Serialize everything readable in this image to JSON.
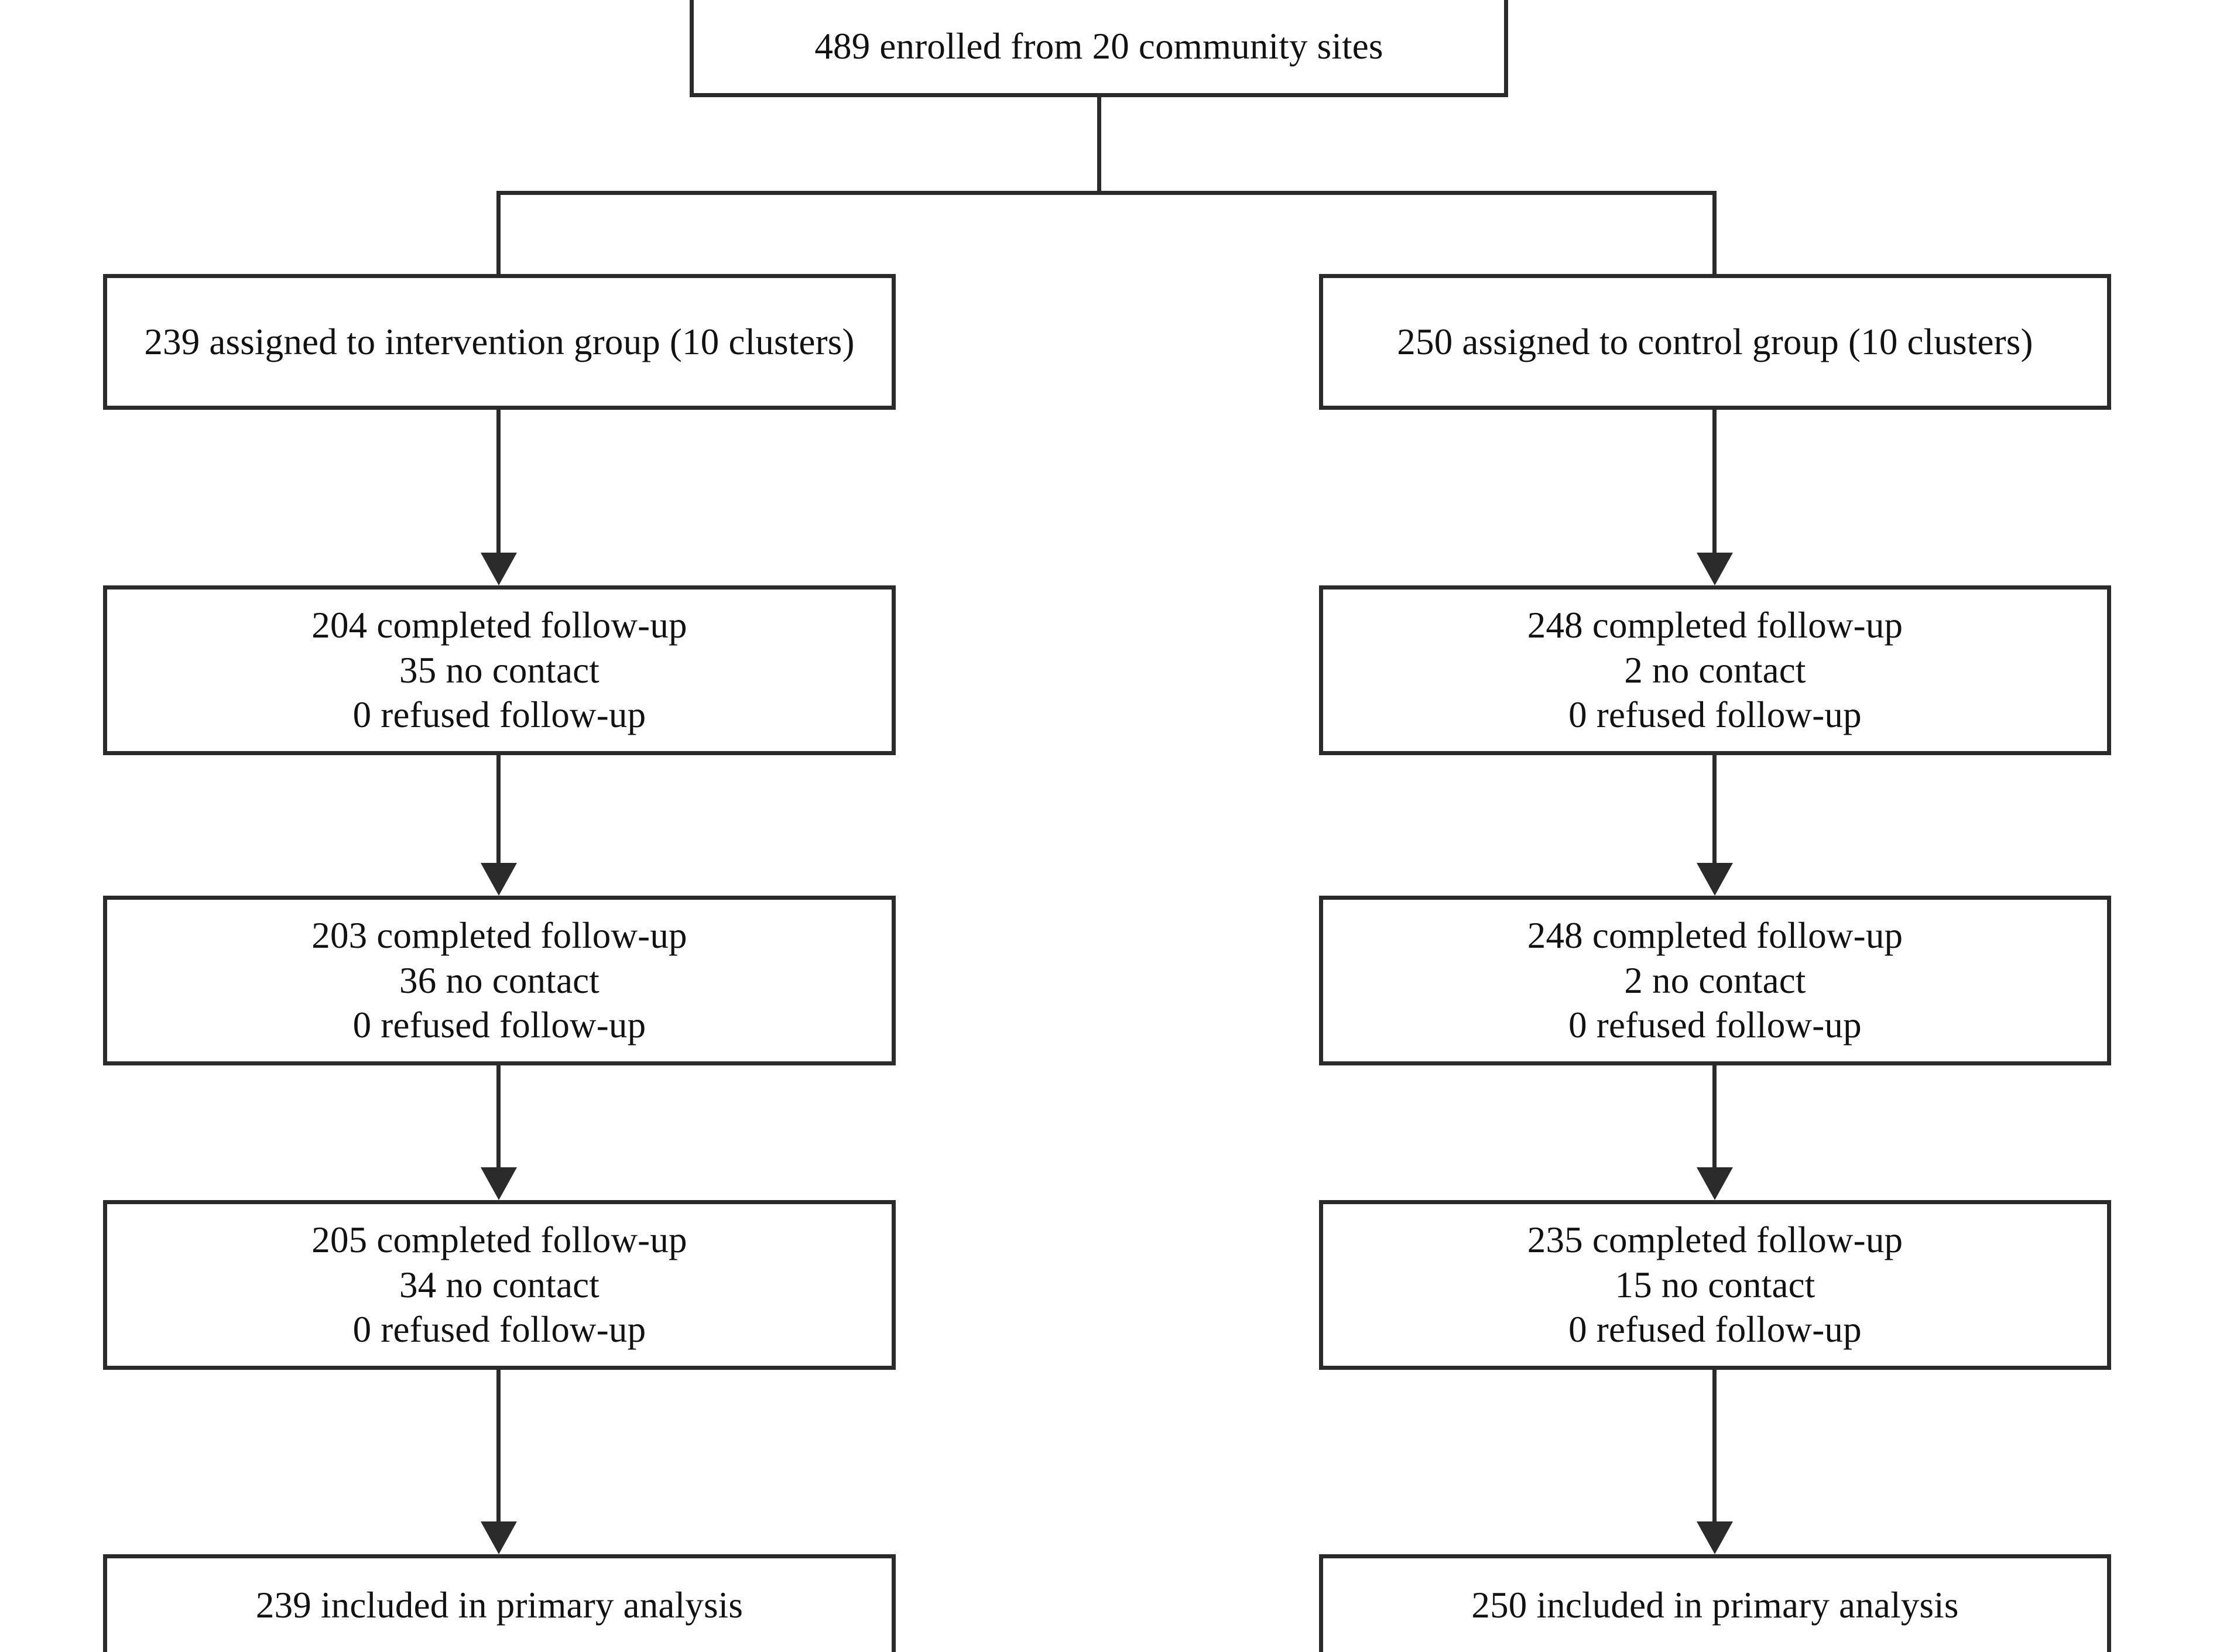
{
  "diagram": {
    "type": "consort-flow-diagram",
    "orientation": "top-down",
    "arm_count": 2,
    "colors": {
      "box_border": "#2b2b2b",
      "connector": "#2b2b2b",
      "text": "#121212",
      "background": "#ffffff"
    }
  },
  "enrollment": {
    "label": "489 enrolled from 20 community sites",
    "count": 489,
    "sites": 20
  },
  "arms": [
    {
      "id": "intervention",
      "allocation": {
        "label": "239 assigned to intervention group (10 clusters)",
        "count": 239,
        "clusters": 10
      },
      "followups": [
        {
          "lines": [
            "204 completed follow-up",
            "35 no contact",
            "0 refused follow-up"
          ],
          "completed": 204,
          "no_contact": 35,
          "refused": 0
        },
        {
          "lines": [
            "203 completed follow-up",
            "36 no contact",
            "0 refused follow-up"
          ],
          "completed": 203,
          "no_contact": 36,
          "refused": 0
        },
        {
          "lines": [
            "205 completed follow-up",
            "34 no contact",
            "0 refused follow-up"
          ],
          "completed": 205,
          "no_contact": 34,
          "refused": 0
        }
      ],
      "analysis": {
        "label": "239 included in primary analysis",
        "count": 239
      }
    },
    {
      "id": "control",
      "allocation": {
        "label": "250 assigned to control group (10 clusters)",
        "count": 250,
        "clusters": 10
      },
      "followups": [
        {
          "lines": [
            "248 completed follow-up",
            "2 no contact",
            "0 refused follow-up"
          ],
          "completed": 248,
          "no_contact": 2,
          "refused": 0
        },
        {
          "lines": [
            "248 completed follow-up",
            "2 no contact",
            "0 refused follow-up"
          ],
          "completed": 248,
          "no_contact": 2,
          "refused": 0
        },
        {
          "lines": [
            "235 completed follow-up",
            "15 no contact",
            "0 refused follow-up"
          ],
          "completed": 235,
          "no_contact": 15,
          "refused": 0
        }
      ],
      "analysis": {
        "label": "250 included in primary analysis",
        "count": 250
      }
    }
  ]
}
